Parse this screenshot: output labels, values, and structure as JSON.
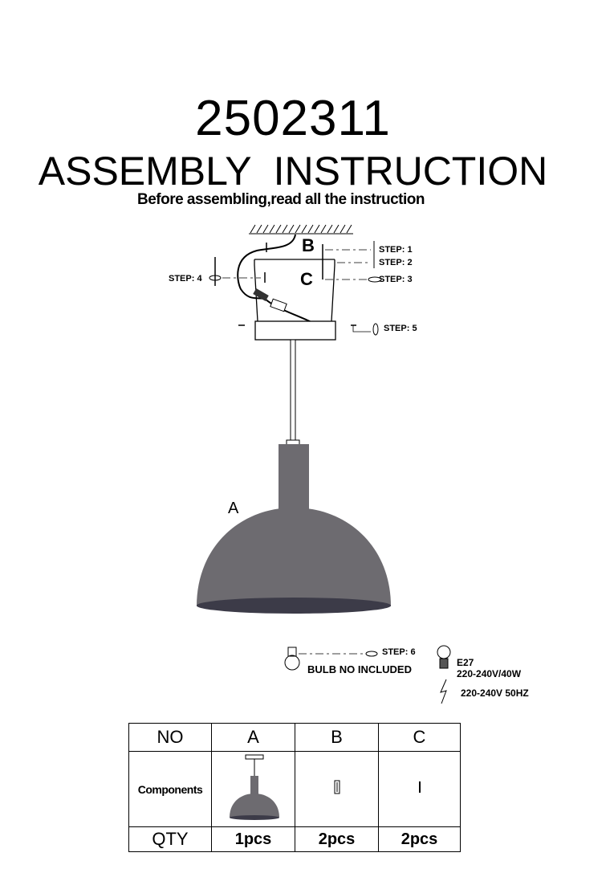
{
  "header": {
    "model_number": "2502311",
    "title": "ASSEMBLY  INSTRUCTION",
    "subtitle": "Before assembling,read all the instruction"
  },
  "diagram": {
    "part_labels": [
      "A",
      "B",
      "C"
    ],
    "steps": [
      "STEP: 1",
      "STEP: 2",
      "STEP: 3",
      "STEP: 4",
      "STEP: 5",
      "STEP: 6"
    ],
    "bulb_note": "BULB NO INCLUDED",
    "bulb_spec": {
      "socket": "E27",
      "rating": "220-240V/40W"
    },
    "power_spec": "220-240V 50HZ",
    "shade_color": "#6d6b70"
  },
  "table": {
    "headers": [
      "NO",
      "A",
      "B",
      "C"
    ],
    "row_components_label": "Components",
    "row_qty_label": "QTY",
    "quantities": [
      "1pcs",
      "2pcs",
      "2pcs"
    ]
  }
}
